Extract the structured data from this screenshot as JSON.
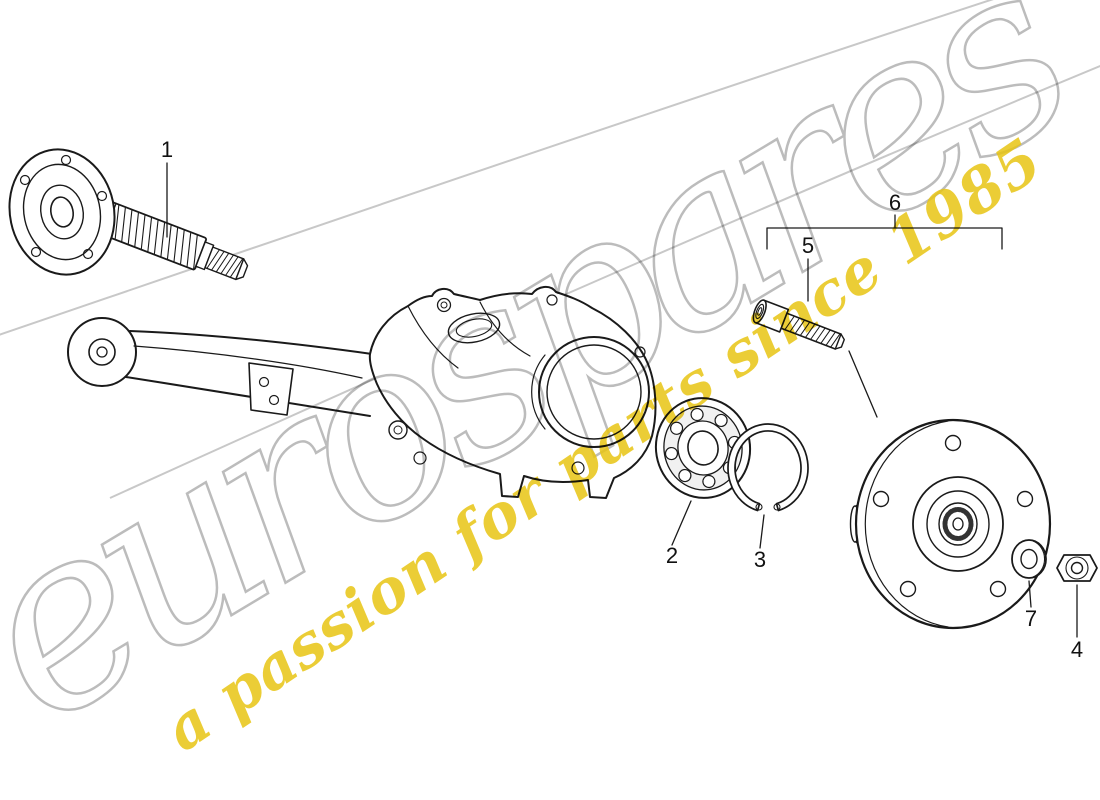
{
  "watermark": {
    "brand": "eurospares",
    "tagline": "a passion for parts since 1985"
  },
  "diagram": {
    "labels": [
      {
        "text": "1"
      },
      {
        "text": "2"
      },
      {
        "text": "3"
      },
      {
        "text": "4"
      },
      {
        "text": "5"
      },
      {
        "text": "6"
      },
      {
        "text": "7"
      }
    ]
  },
  "colors": {
    "accent_yellow": "#e7c413",
    "watermark_gray": "#bcbcbc",
    "line_color": "#1a1a1a"
  }
}
